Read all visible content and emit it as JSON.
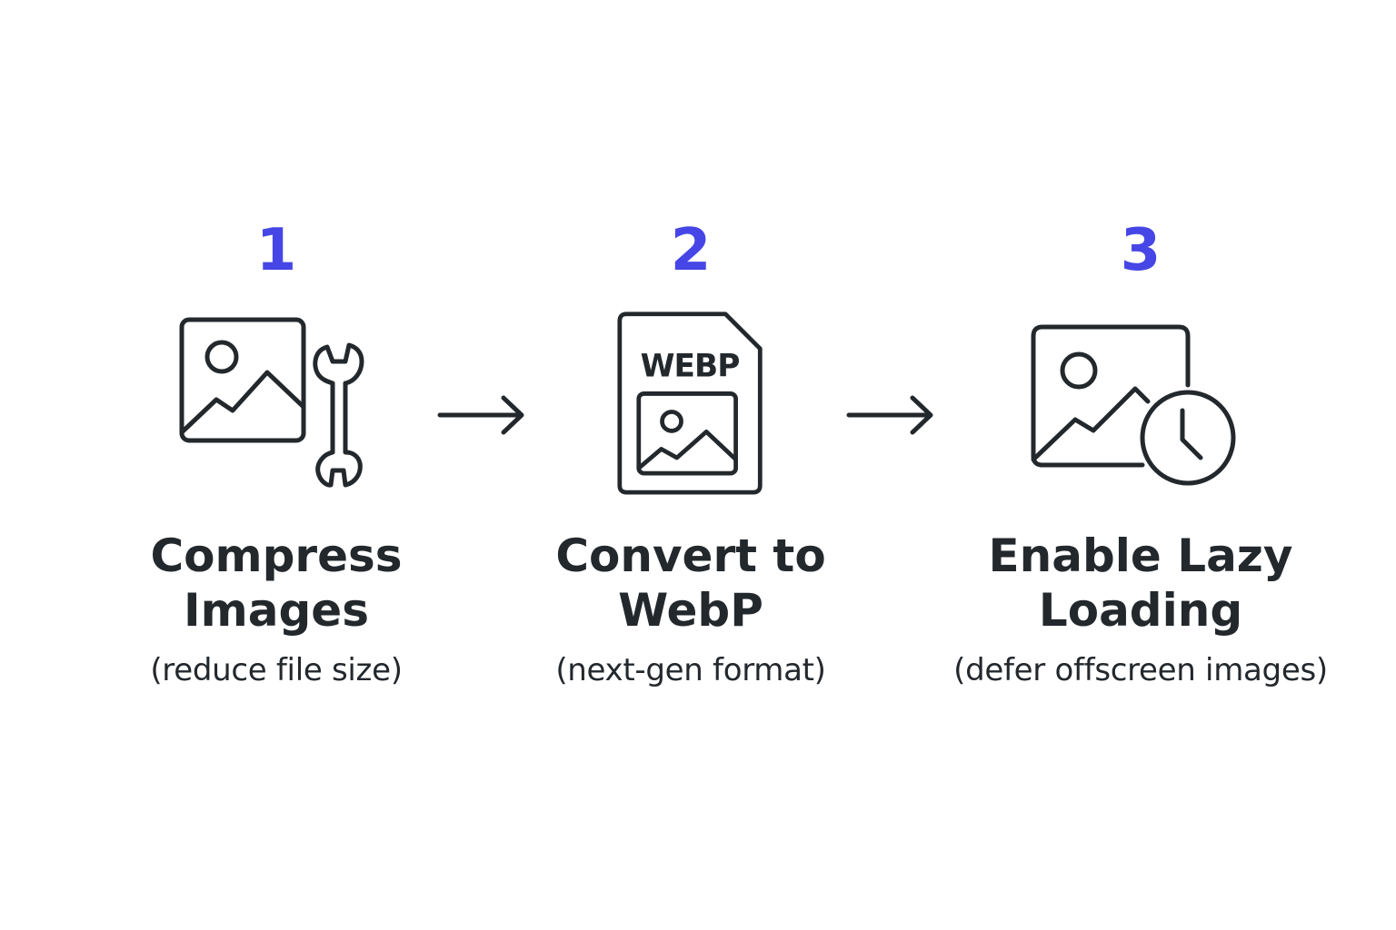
{
  "colors": {
    "accent": "#4646e6",
    "ink": "#23282d",
    "background": "#ffffff"
  },
  "steps": [
    {
      "number": "1",
      "title_lines": [
        "Compress",
        "Images"
      ],
      "subtitle": "(reduce file size)",
      "icons": [
        "image-icon",
        "wrench-icon"
      ]
    },
    {
      "number": "2",
      "title_lines": [
        "Convert to",
        "WebP"
      ],
      "subtitle": "(next-gen format)",
      "icons": [
        "webp-file-icon"
      ],
      "icon_label": "WEBP"
    },
    {
      "number": "3",
      "title_lines": [
        "Enable Lazy",
        "Loading"
      ],
      "subtitle": "(defer offscreen images)",
      "icons": [
        "image-icon",
        "clock-icon"
      ]
    }
  ],
  "connectors": [
    "arrow-right-icon",
    "arrow-right-icon"
  ]
}
